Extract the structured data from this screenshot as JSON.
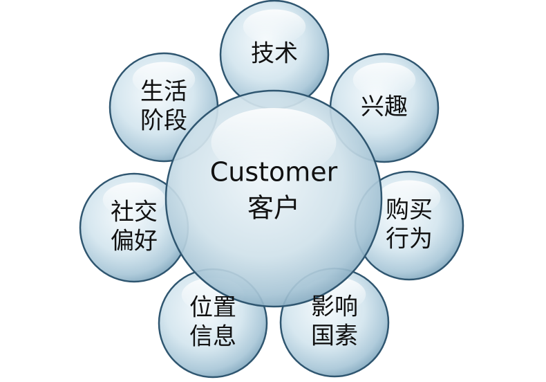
{
  "center": {
    "lines": [
      "Customer",
      "客户"
    ]
  },
  "satellites": [
    {
      "id": "tech",
      "lines": [
        "技术"
      ]
    },
    {
      "id": "interest",
      "lines": [
        "兴趣"
      ]
    },
    {
      "id": "purchase",
      "lines": [
        "购买",
        "行为"
      ]
    },
    {
      "id": "influence",
      "lines": [
        "影响",
        "国素"
      ]
    },
    {
      "id": "location",
      "lines": [
        "位置",
        "信息"
      ]
    },
    {
      "id": "social",
      "lines": [
        "社交",
        "偏好"
      ]
    },
    {
      "id": "life",
      "lines": [
        "生活",
        "阶段"
      ]
    }
  ],
  "colors": {
    "fill_light": "#f2f8fb",
    "fill_mid": "#c6dbe6",
    "fill_dark": "#8fb3c8",
    "stroke": "#2f5670"
  }
}
